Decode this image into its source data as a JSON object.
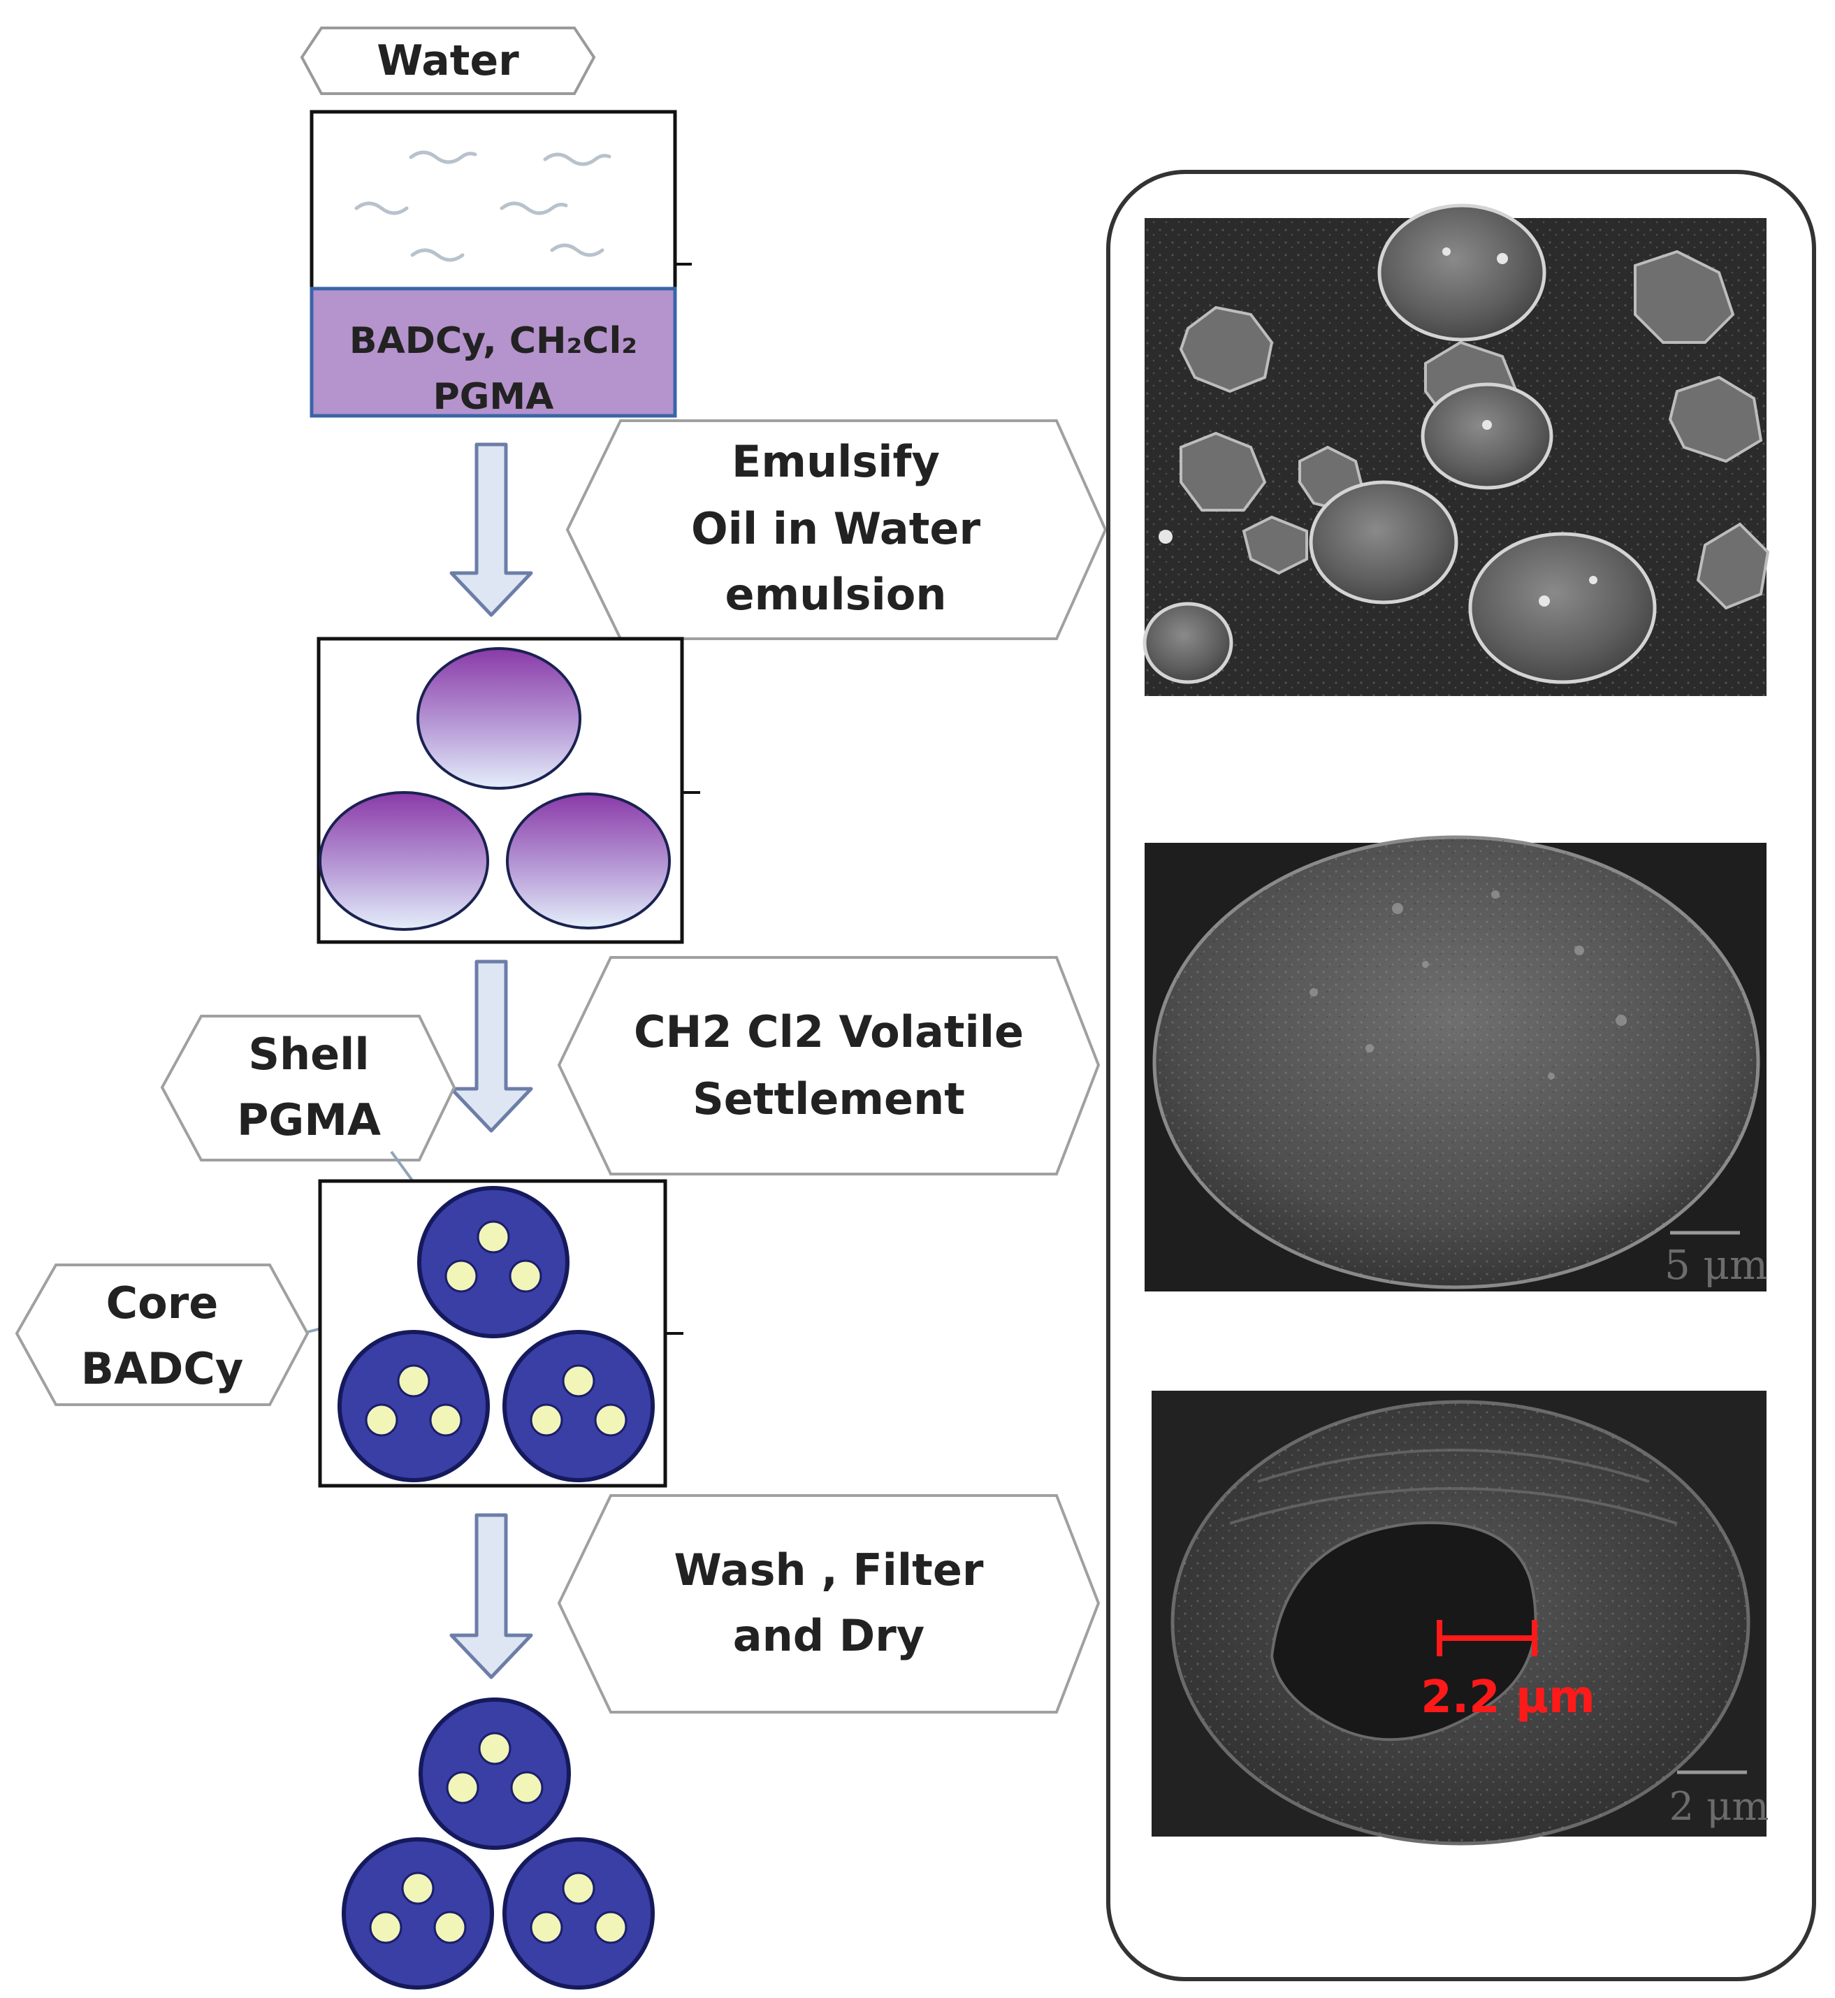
{
  "labels": {
    "water": "Water",
    "oil_phase_line1": "BADCy, CH₂Cl₂",
    "oil_phase_line2": "PGMA",
    "step1_line1": "Emulsify",
    "step1_line2": "Oil in Water",
    "step1_line3": "emulsion",
    "step2_line1": "CH2 Cl2 Volatile",
    "step2_line2": "Settlement",
    "step3_line1": "Wash , Filter",
    "step3_line2": "and Dry",
    "shell_line1": "Shell",
    "shell_line2": "PGMA",
    "core_line1": "Core",
    "core_line2": "BADCy",
    "sem2_scale": "5 μm",
    "sem3_scale": "2 μm",
    "sem3_annotation": "2.2 μm"
  },
  "colors": {
    "oil_phase_fill": "#b593cc",
    "oil_phase_border": "#3a64a8",
    "droplet_top": "#8a3aa8",
    "droplet_bottom": "#dfeaf8",
    "shell_fill": "#3a3fa6",
    "shell_ring": "#151a5c",
    "core_fill": "#f2f5b8",
    "arrow_fill": "#dde6f2",
    "arrow_stroke": "#6c7da8",
    "annotation": "#ff1a1a",
    "sem_background": "#2b2b2b"
  },
  "icons": {
    "flow_arrow": "down-arrow-icon",
    "label_shape": "hexagon-callout-shape"
  }
}
